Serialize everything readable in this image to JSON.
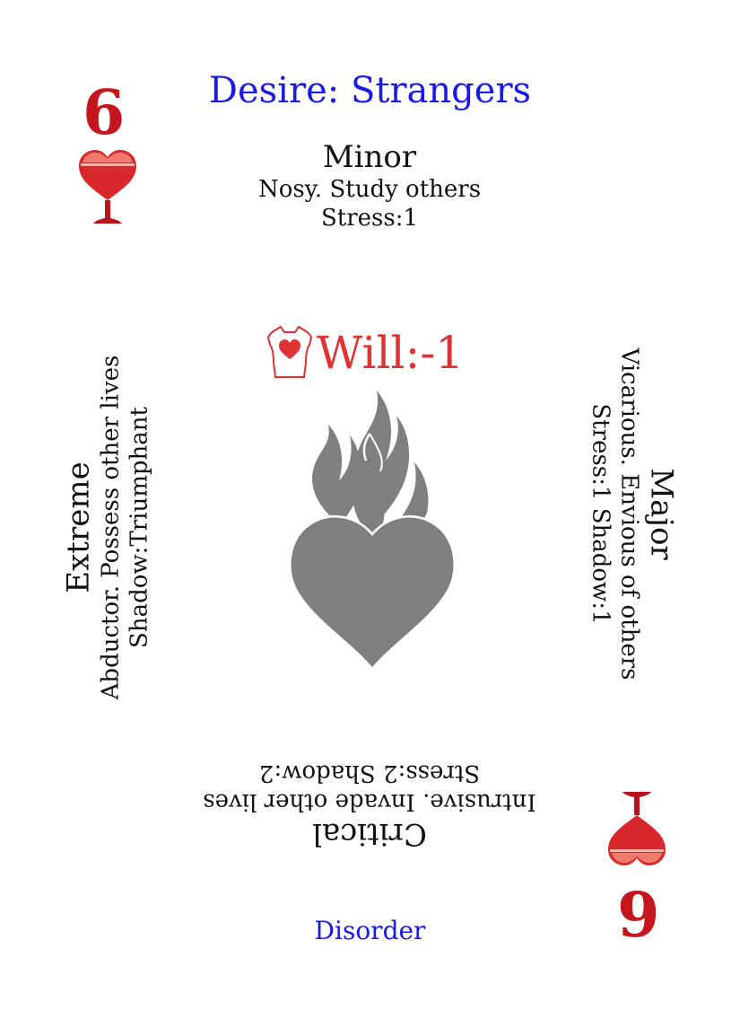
{
  "card": {
    "rank": "6",
    "suit": "goblet-heart",
    "title": "Desire: Strangers",
    "footer": "Disorder",
    "colors": {
      "rank": "#c4161c",
      "title": "#1a1ae6",
      "heart_gray": "#7f7f7f",
      "will": "#e03232"
    }
  },
  "will": {
    "label": "Will:-1",
    "icon": "torso-heart-icon"
  },
  "minor": {
    "heading": "Minor",
    "line1": "Nosy. Study others",
    "line2": "Stress:1"
  },
  "major": {
    "heading": "Major",
    "line1": "Vicarious. Envious of others",
    "line2": "Stress:1 Shadow:1"
  },
  "critical": {
    "heading": "Critical",
    "line1": "Intrusive. Invade other lives",
    "line2": "Stress:2 Shadow:2"
  },
  "extreme": {
    "heading": "Extreme",
    "line1": "Abductor. Possess other lives",
    "line2": "Shadow:Triumphant"
  },
  "center": {
    "icon": "flaming-heart-icon"
  }
}
